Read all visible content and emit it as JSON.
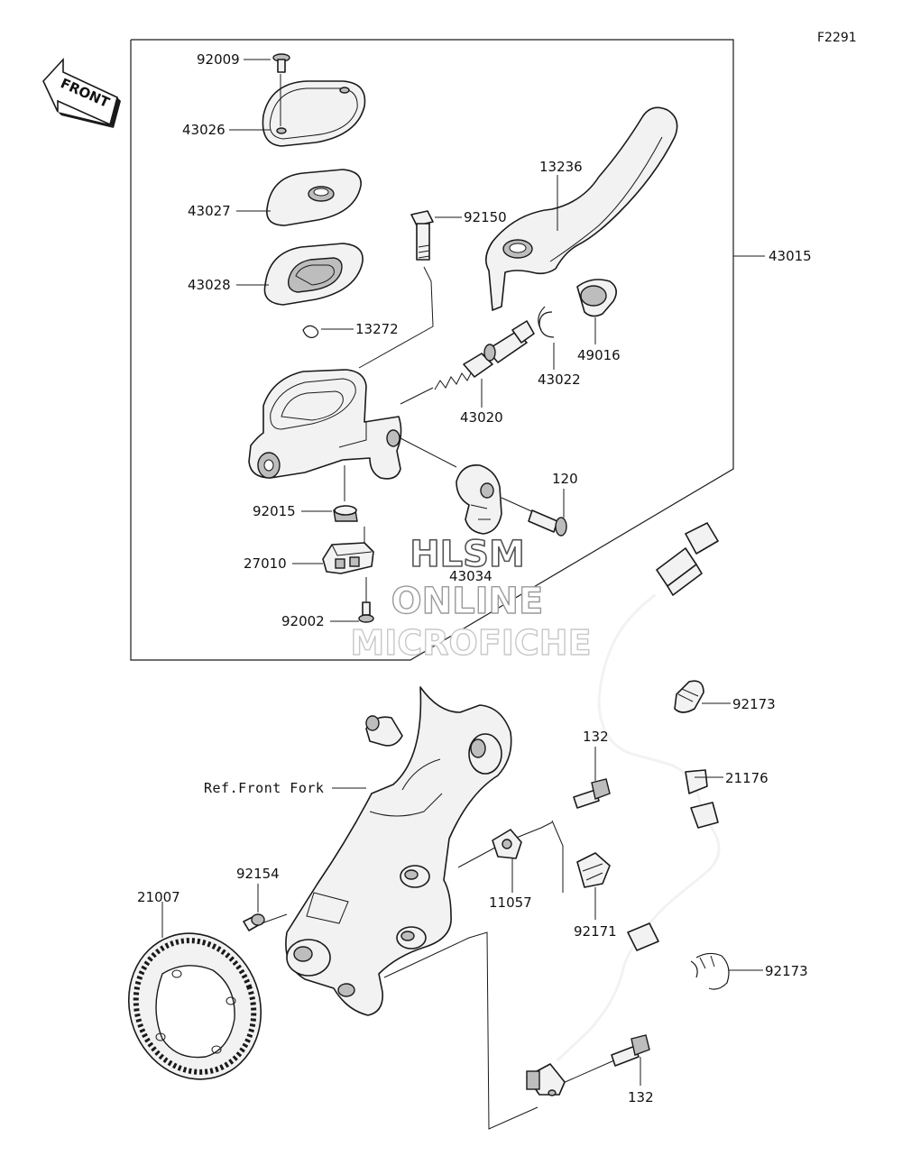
{
  "figure_id": "F2291",
  "front_label": "FRONT",
  "watermark": {
    "line1": "HLSM",
    "line2": "ONLINE",
    "line3": "MICROFICHE"
  },
  "assembly_label": "43015",
  "reference_label": "Ref.Front Fork",
  "callouts": {
    "p92009": "92009",
    "p43026": "43026",
    "p43027": "43027",
    "p43028": "43028",
    "p13272": "13272",
    "p92150": "92150",
    "p13236": "13236",
    "p43022": "43022",
    "p49016": "49016",
    "p43020": "43020",
    "p120": "120",
    "p92015": "92015",
    "p27010": "27010",
    "p43034": "43034",
    "p92002": "92002",
    "p92173a": "92173",
    "p21176": "21176",
    "p132a": "132",
    "p11057": "11057",
    "p92171": "92171",
    "p92154": "92154",
    "p21007": "21007",
    "p92173b": "92173",
    "p132b": "132"
  }
}
